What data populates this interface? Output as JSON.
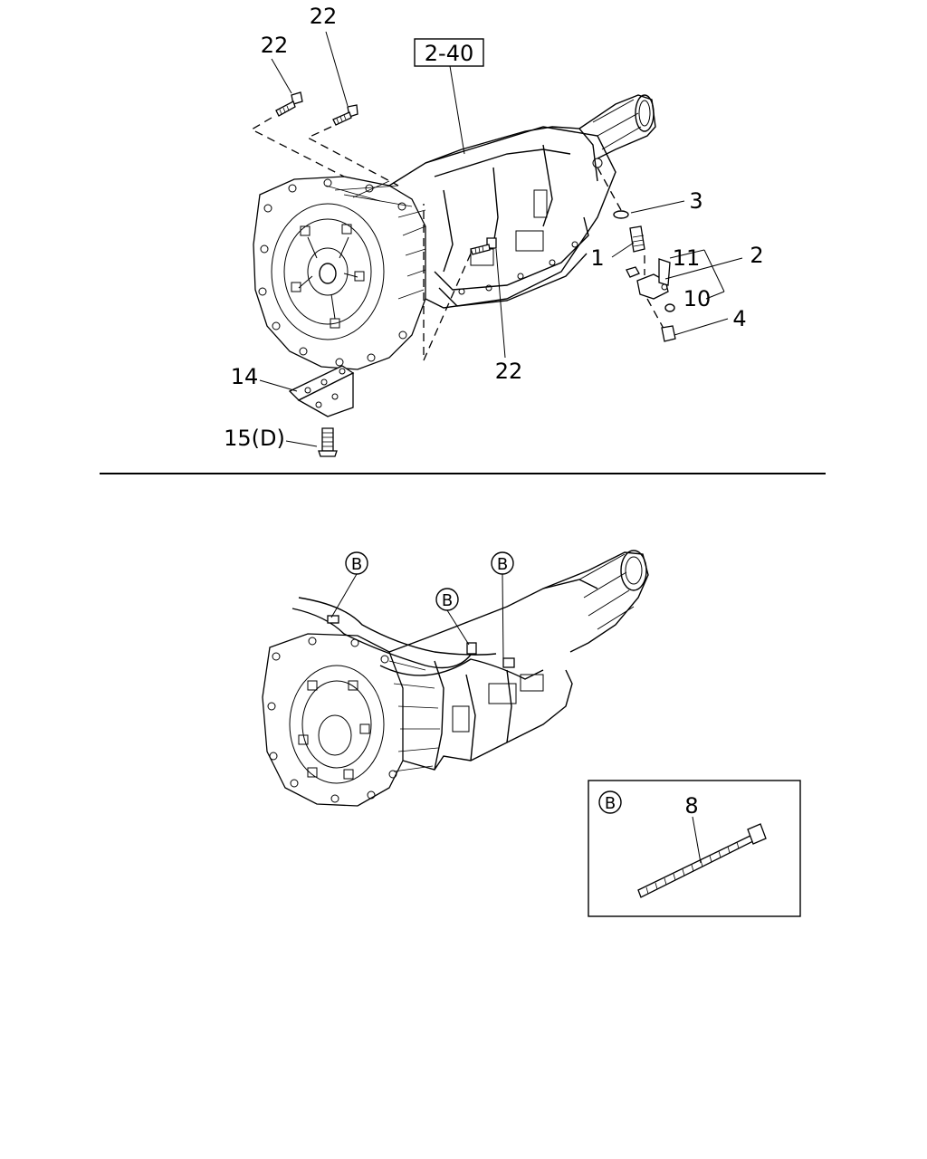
{
  "callouts": {
    "ref_box": "2-40",
    "part_22_a": "22",
    "part_22_b": "22",
    "part_22_c": "22",
    "part_3": "3",
    "part_1": "1",
    "part_11": "11",
    "part_2": "2",
    "part_10": "10",
    "part_4": "4",
    "part_14": "14",
    "part_15d": "15(D)",
    "clip_b_1": "B",
    "clip_b_2": "B",
    "clip_b_3": "B",
    "detail_b": "B",
    "part_8": "8"
  }
}
